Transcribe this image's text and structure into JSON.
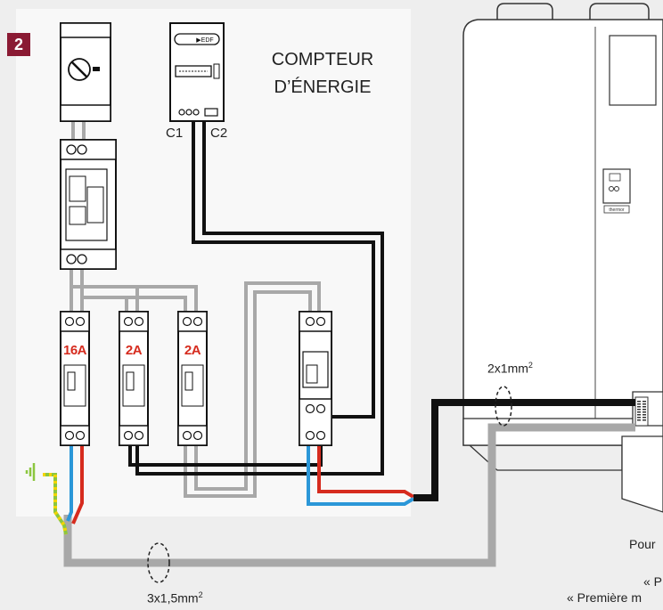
{
  "step_number": "2",
  "meter_title_line1": "COMPTEUR",
  "meter_title_line2": "D’ÉNERGIE",
  "meter_brand": "▶EDF",
  "contact_c1": "C1",
  "contact_c2": "C2",
  "breakers": [
    {
      "rating": "16A"
    },
    {
      "rating": "2A"
    },
    {
      "rating": "2A"
    }
  ],
  "cable_signal": {
    "size": "2x1mm",
    "exponent": "2"
  },
  "cable_power": {
    "size": "3x1,5mm",
    "exponent": "2"
  },
  "heater_brand": "thermor",
  "footnote_line1": "Pour",
  "footnote_line2": "« P",
  "footnote_line3": "« Première m",
  "colors": {
    "live_wire": "#d62b1e",
    "neutral_wire": "#2b97d8",
    "earth_wire": "#8cc63f",
    "earth_stripe": "#f2d400",
    "signal_cable": "#111111",
    "grey_cable": "#a8a8a8",
    "badge": "#8a1a33"
  }
}
